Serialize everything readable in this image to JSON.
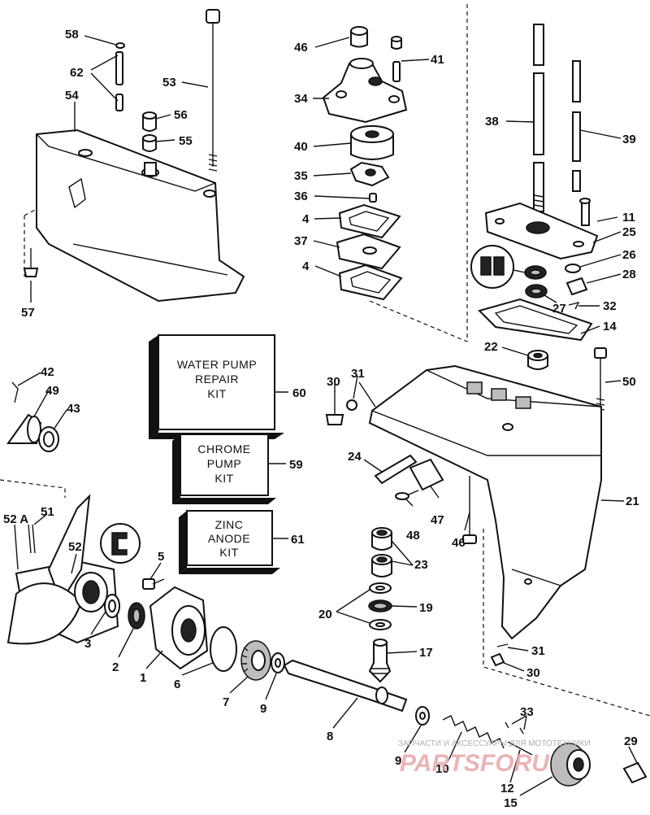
{
  "kits": {
    "water_pump": {
      "line1": "WATER PUMP",
      "line2": "REPAIR",
      "line3": "KIT",
      "number": "60"
    },
    "chrome_pump": {
      "line1": "CHROME",
      "line2": "PUMP",
      "line3": "KIT",
      "number": "59"
    },
    "zinc_anode": {
      "line1": "ZINC",
      "line2": "ANODE",
      "line3": "KIT",
      "number": "61"
    }
  },
  "callouts": {
    "c58": "58",
    "c62": "62",
    "c53": "53",
    "c54": "54",
    "c56": "56",
    "c55": "55",
    "c57": "57",
    "c46a": "46",
    "c41": "41",
    "c34": "34",
    "c40": "40",
    "c35": "35",
    "c36": "36",
    "c4a": "4",
    "c37": "37",
    "c4b": "4",
    "c38": "38",
    "c39": "39",
    "c11": "11",
    "c25": "25",
    "c26": "26",
    "c28": "28",
    "c27": "27",
    "c32": "32",
    "c14": "14",
    "c22": "22",
    "c50": "50",
    "c42": "42",
    "c49": "49",
    "c43": "43",
    "c30a": "30",
    "c31a": "31",
    "c24": "24",
    "c47": "47",
    "c48": "48",
    "c46b": "46",
    "c21": "21",
    "c52a": "52 A",
    "c51": "51",
    "c52b": "52",
    "c5": "5",
    "c23": "23",
    "c20": "20",
    "c19": "19",
    "c17": "17",
    "c3": "3",
    "c2": "2",
    "c1": "1",
    "c6": "6",
    "c7": "7",
    "c9a": "9",
    "c8": "8",
    "c31b": "31",
    "c30b": "30",
    "c33": "33",
    "c29": "29",
    "c9b": "9",
    "c10": "10",
    "c12": "12",
    "c15": "15"
  },
  "watermark": {
    "small": "ЗАПЧАСТИ И АКСЕССУАРЫ ДЛЯ МОТОТЕХНИКИ",
    "big": "PARTSFORU"
  }
}
